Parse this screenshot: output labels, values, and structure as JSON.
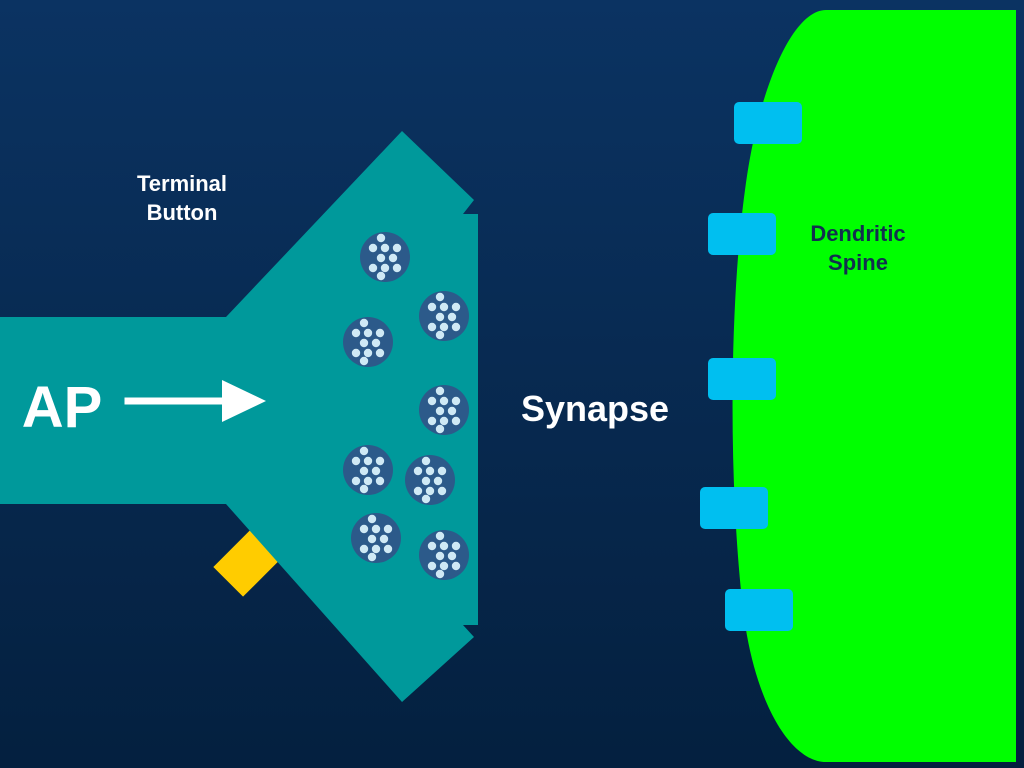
{
  "labels": {
    "terminal_button": "Terminal\nButton",
    "dendritic_spine": "Dendritic\nSpine",
    "synapse": "Synapse",
    "ap": "AP"
  },
  "colors": {
    "background_top": "#0b3362",
    "background_bottom": "#04203f",
    "axon": "#00999b",
    "vesicle": "#2c5a8a",
    "vesicle_dot": "#cfe9f5",
    "receptor": "#00bff0",
    "dendrite": "#00ff00",
    "channel": "#ffcc00",
    "arrow": "#ffffff",
    "label_white": "#ffffff",
    "label_dark": "#12304f"
  },
  "vesicle_count": 8,
  "receptor_count": 5
}
